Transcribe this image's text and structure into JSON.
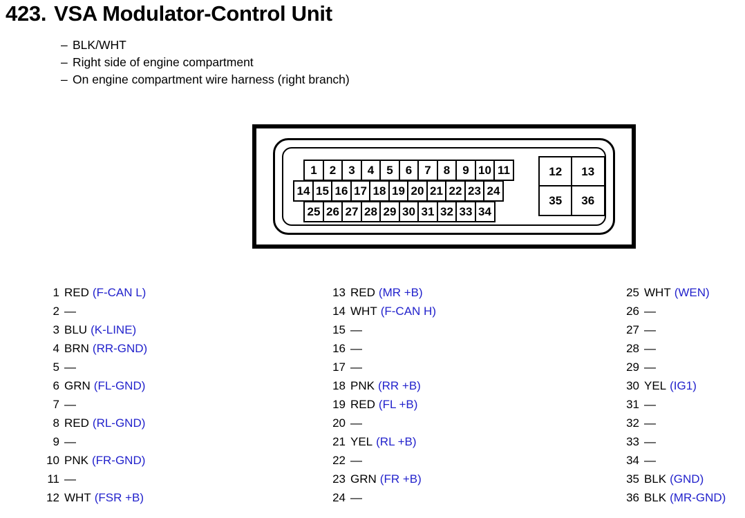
{
  "heading": {
    "number": "423.",
    "title": "VSA Modulator-Control Unit"
  },
  "notes": [
    "BLK/WHT",
    "Right side of engine compartment",
    "On engine compartment wire harness (right branch)"
  ],
  "connector": {
    "row1": [
      "1",
      "2",
      "3",
      "4",
      "5",
      "6",
      "7",
      "8",
      "9",
      "10",
      "11"
    ],
    "row2": [
      "14",
      "15",
      "16",
      "17",
      "18",
      "19",
      "20",
      "21",
      "22",
      "23",
      "24"
    ],
    "row3": [
      "25",
      "26",
      "27",
      "28",
      "29",
      "30",
      "31",
      "32",
      "33",
      "34"
    ],
    "block_right": [
      "12",
      "13",
      "35",
      "36"
    ]
  },
  "colors": {
    "signal_blue": "#2222cc",
    "ink_black": "#000000"
  },
  "empty_marker": "—",
  "legend": {
    "column1": [
      {
        "pin": "1",
        "wire": "RED",
        "signal": "(F-CAN L)"
      },
      {
        "pin": "2",
        "wire": "",
        "signal": ""
      },
      {
        "pin": "3",
        "wire": "BLU",
        "signal": "(K-LINE)"
      },
      {
        "pin": "4",
        "wire": "BRN",
        "signal": "(RR-GND)"
      },
      {
        "pin": "5",
        "wire": "",
        "signal": ""
      },
      {
        "pin": "6",
        "wire": "GRN",
        "signal": "(FL-GND)"
      },
      {
        "pin": "7",
        "wire": "",
        "signal": ""
      },
      {
        "pin": "8",
        "wire": "RED",
        "signal": "(RL-GND)"
      },
      {
        "pin": "9",
        "wire": "",
        "signal": ""
      },
      {
        "pin": "10",
        "wire": "PNK",
        "signal": "(FR-GND)"
      },
      {
        "pin": "11",
        "wire": "",
        "signal": ""
      },
      {
        "pin": "12",
        "wire": "WHT",
        "signal": "(FSR +B)"
      }
    ],
    "column2": [
      {
        "pin": "13",
        "wire": "RED",
        "signal": "(MR +B)"
      },
      {
        "pin": "14",
        "wire": "WHT",
        "signal": "(F-CAN H)"
      },
      {
        "pin": "15",
        "wire": "",
        "signal": ""
      },
      {
        "pin": "16",
        "wire": "",
        "signal": ""
      },
      {
        "pin": "17",
        "wire": "",
        "signal": ""
      },
      {
        "pin": "18",
        "wire": "PNK",
        "signal": "(RR +B)"
      },
      {
        "pin": "19",
        "wire": "RED",
        "signal": "(FL +B)"
      },
      {
        "pin": "20",
        "wire": "",
        "signal": ""
      },
      {
        "pin": "21",
        "wire": "YEL",
        "signal": "(RL +B)"
      },
      {
        "pin": "22",
        "wire": "",
        "signal": ""
      },
      {
        "pin": "23",
        "wire": "GRN",
        "signal": "(FR +B)"
      },
      {
        "pin": "24",
        "wire": "",
        "signal": ""
      }
    ],
    "column3": [
      {
        "pin": "25",
        "wire": "WHT",
        "signal": "(WEN)"
      },
      {
        "pin": "26",
        "wire": "",
        "signal": ""
      },
      {
        "pin": "27",
        "wire": "",
        "signal": ""
      },
      {
        "pin": "28",
        "wire": "",
        "signal": ""
      },
      {
        "pin": "29",
        "wire": "",
        "signal": ""
      },
      {
        "pin": "30",
        "wire": "YEL",
        "signal": "(IG1)"
      },
      {
        "pin": "31",
        "wire": "",
        "signal": ""
      },
      {
        "pin": "32",
        "wire": "",
        "signal": ""
      },
      {
        "pin": "33",
        "wire": "",
        "signal": ""
      },
      {
        "pin": "34",
        "wire": "",
        "signal": ""
      },
      {
        "pin": "35",
        "wire": "BLK",
        "signal": "(GND)"
      },
      {
        "pin": "36",
        "wire": "BLK",
        "signal": "(MR-GND)"
      }
    ]
  }
}
